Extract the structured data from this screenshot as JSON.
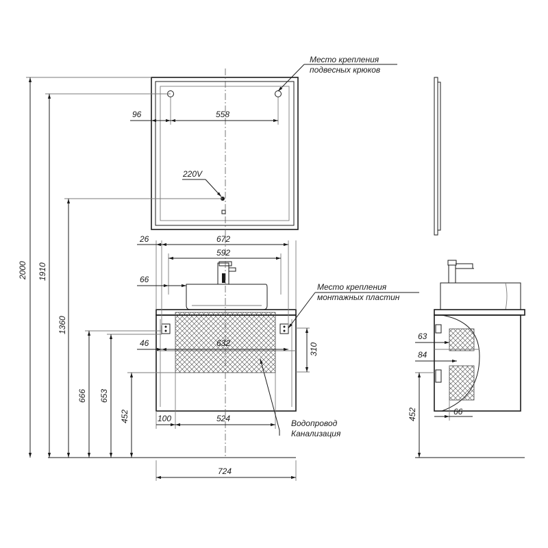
{
  "labels": {
    "hooks_line1": "Место крепления",
    "hooks_line2": "подвесных крюков",
    "plates_line1": "Место крепления",
    "plates_line2": "монтажных пластин",
    "water_line1": "Водопровод",
    "water_line2": "Канализация",
    "voltage": "220V"
  },
  "dims": {
    "d96": "96",
    "d558": "558",
    "d26": "26",
    "d672": "672",
    "d592": "592",
    "d66": "66",
    "d632": "632",
    "d46": "46",
    "d310": "310",
    "d100": "100",
    "d524": "524",
    "d724": "724",
    "d2000": "2000",
    "d1910": "1910",
    "d1360": "1360",
    "d666": "666",
    "d653": "653",
    "d452": "452",
    "side_63": "63",
    "side_84": "84",
    "side_452": "452",
    "side_66": "66"
  },
  "colors": {
    "line": "#1a1a1a",
    "grey": "#7a7a7a"
  }
}
